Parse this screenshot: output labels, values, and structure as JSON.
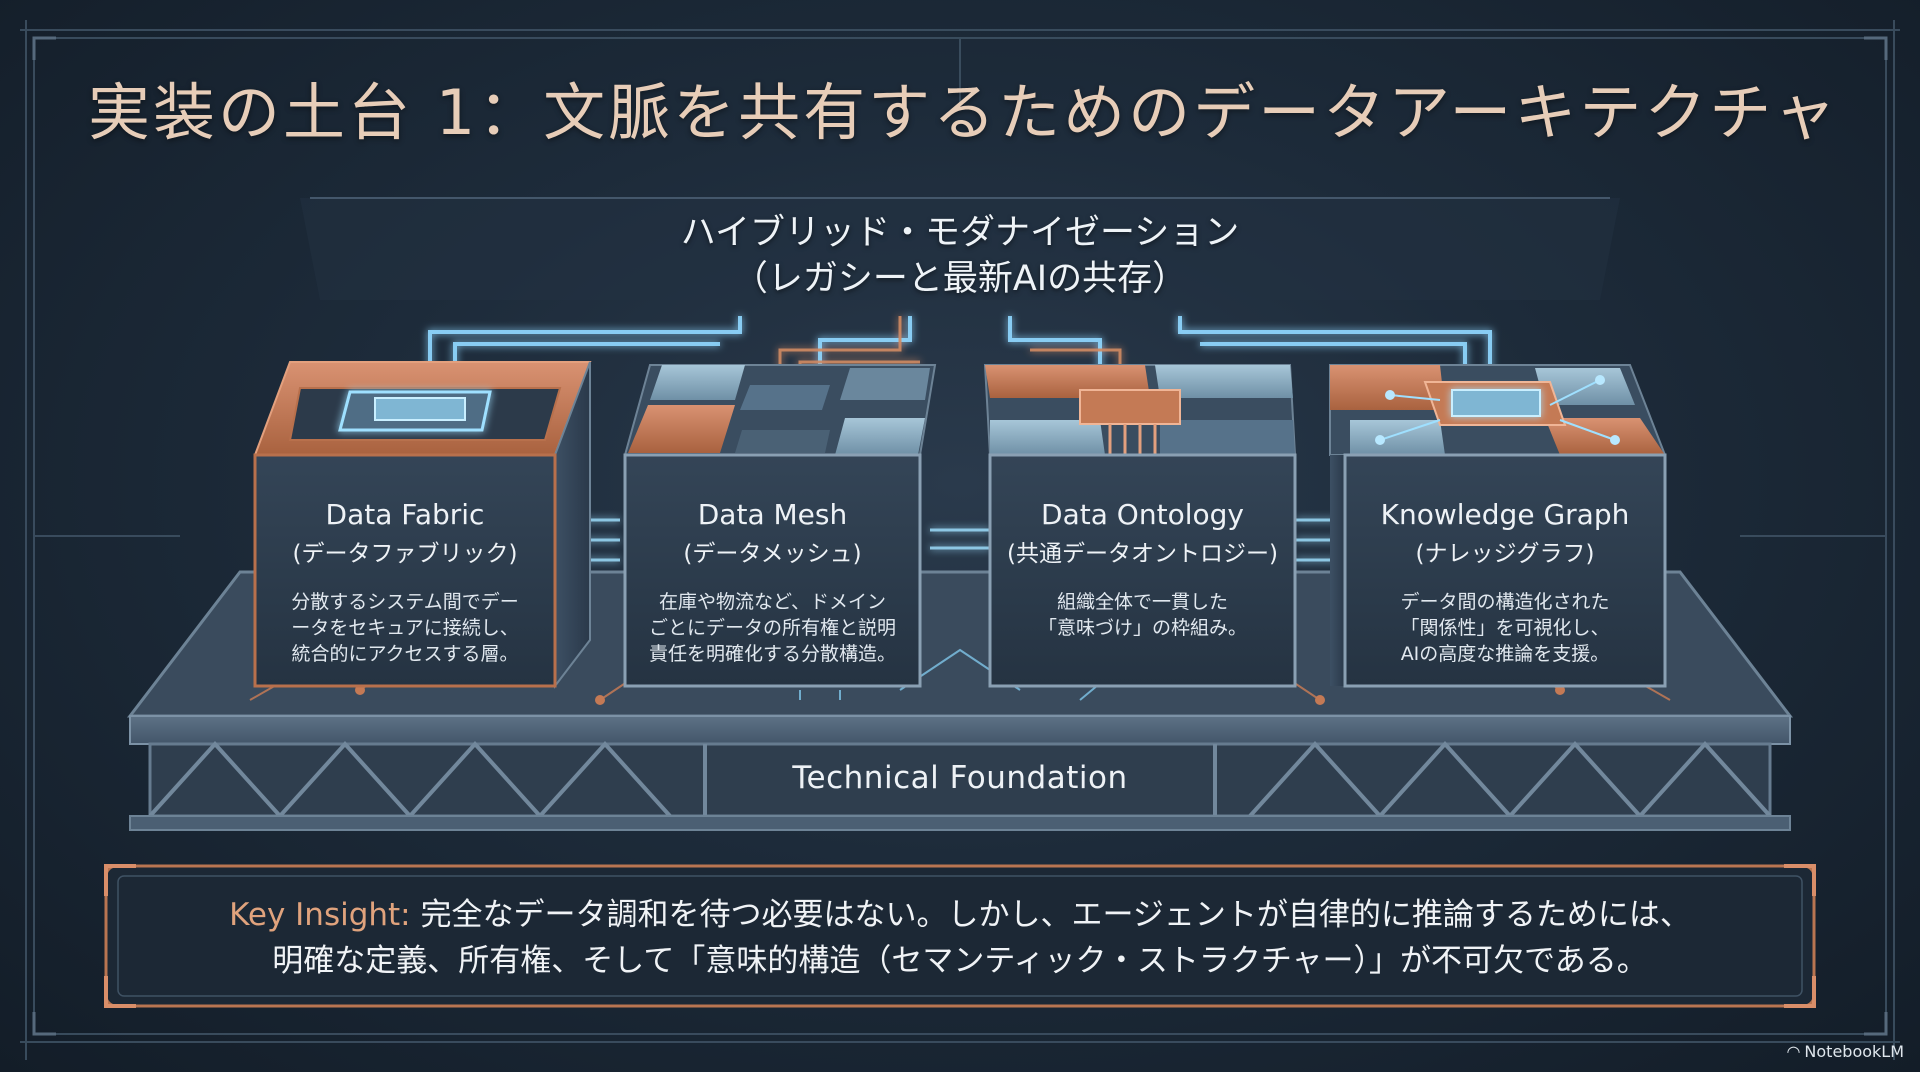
{
  "title": "実装の土台 1：文脈を共有するためのデータアーキテクチャ",
  "subtitle": {
    "line1": "ハイブリッド・モダナイゼーション",
    "line2": "（レガシーと最新AIの共存）"
  },
  "blocks": [
    {
      "name": "Data Fabric",
      "sub": "(データファブリック)",
      "desc": "分散するシステム間でデー\nータをセキュアに接続し、\n統合的にアクセスする層。"
    },
    {
      "name": "Data Mesh",
      "sub": "(データメッシュ)",
      "desc": "在庫や物流など、ドメイン\nごとにデータの所有権と説明\n責任を明確化する分散構造。"
    },
    {
      "name": "Data Ontology",
      "sub": "(共通データオントロジー)",
      "desc": "組織全体で一貫した\n「意味づけ」の枠組み。"
    },
    {
      "name": "Knowledge Graph",
      "sub": "(ナレッジグラフ)",
      "desc": "データ間の構造化された\n「関係性」を可視化し、\nAIの高度な推論を支援。"
    }
  ],
  "foundation": "Technical Foundation",
  "insight": {
    "prefix": "Key Insight:",
    "line1": "完全なデータ調和を待つ必要はない。しかし、エージェントが自律的に推論するためには、",
    "line2": "明確な定義、所有権、そして「意味的構造（セマンティック・ストラクチャー）」が不可欠である。"
  },
  "branding": {
    "icon": "notebooklm-icon",
    "text": "NotebookLM"
  },
  "colors": {
    "title": "#e7cdb8",
    "copper": "#c47a55",
    "glow_blue": "#8fd8ff",
    "panel": "#2c3b4c",
    "insight_accent": "#e0a37d"
  }
}
